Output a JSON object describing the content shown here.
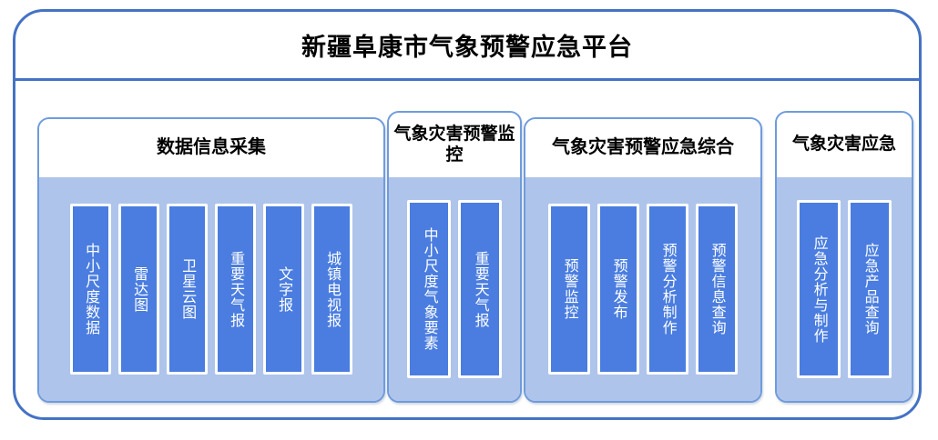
{
  "platform": {
    "title": "新疆阜康市气象预警应急平台",
    "border_color": "#4472c4",
    "panel_body_color": "#aec4ea",
    "item_color": "#4a7ddf"
  },
  "groups": [
    {
      "title": "数据信息采集",
      "items": [
        {
          "label": "中小尺度数据"
        },
        {
          "label": "雷达图"
        },
        {
          "label": "卫星云图"
        },
        {
          "label": "重要天气报"
        },
        {
          "label": "文字报"
        },
        {
          "label": "城镇电视报"
        }
      ]
    },
    {
      "title": "气象灾害预警监控",
      "items": [
        {
          "label": "中小尺度气象要素"
        },
        {
          "label": "重要天气报"
        }
      ]
    },
    {
      "title": "气象灾害预警应急综合",
      "items": [
        {
          "label": "预警监控"
        },
        {
          "label": "预警发布"
        },
        {
          "label": "预警分析制作"
        },
        {
          "label": "预警信息查询"
        }
      ]
    },
    {
      "title": "气象灾害应急",
      "items": [
        {
          "label": "应急分析与制作"
        },
        {
          "label": "应急产品查询"
        }
      ]
    }
  ]
}
